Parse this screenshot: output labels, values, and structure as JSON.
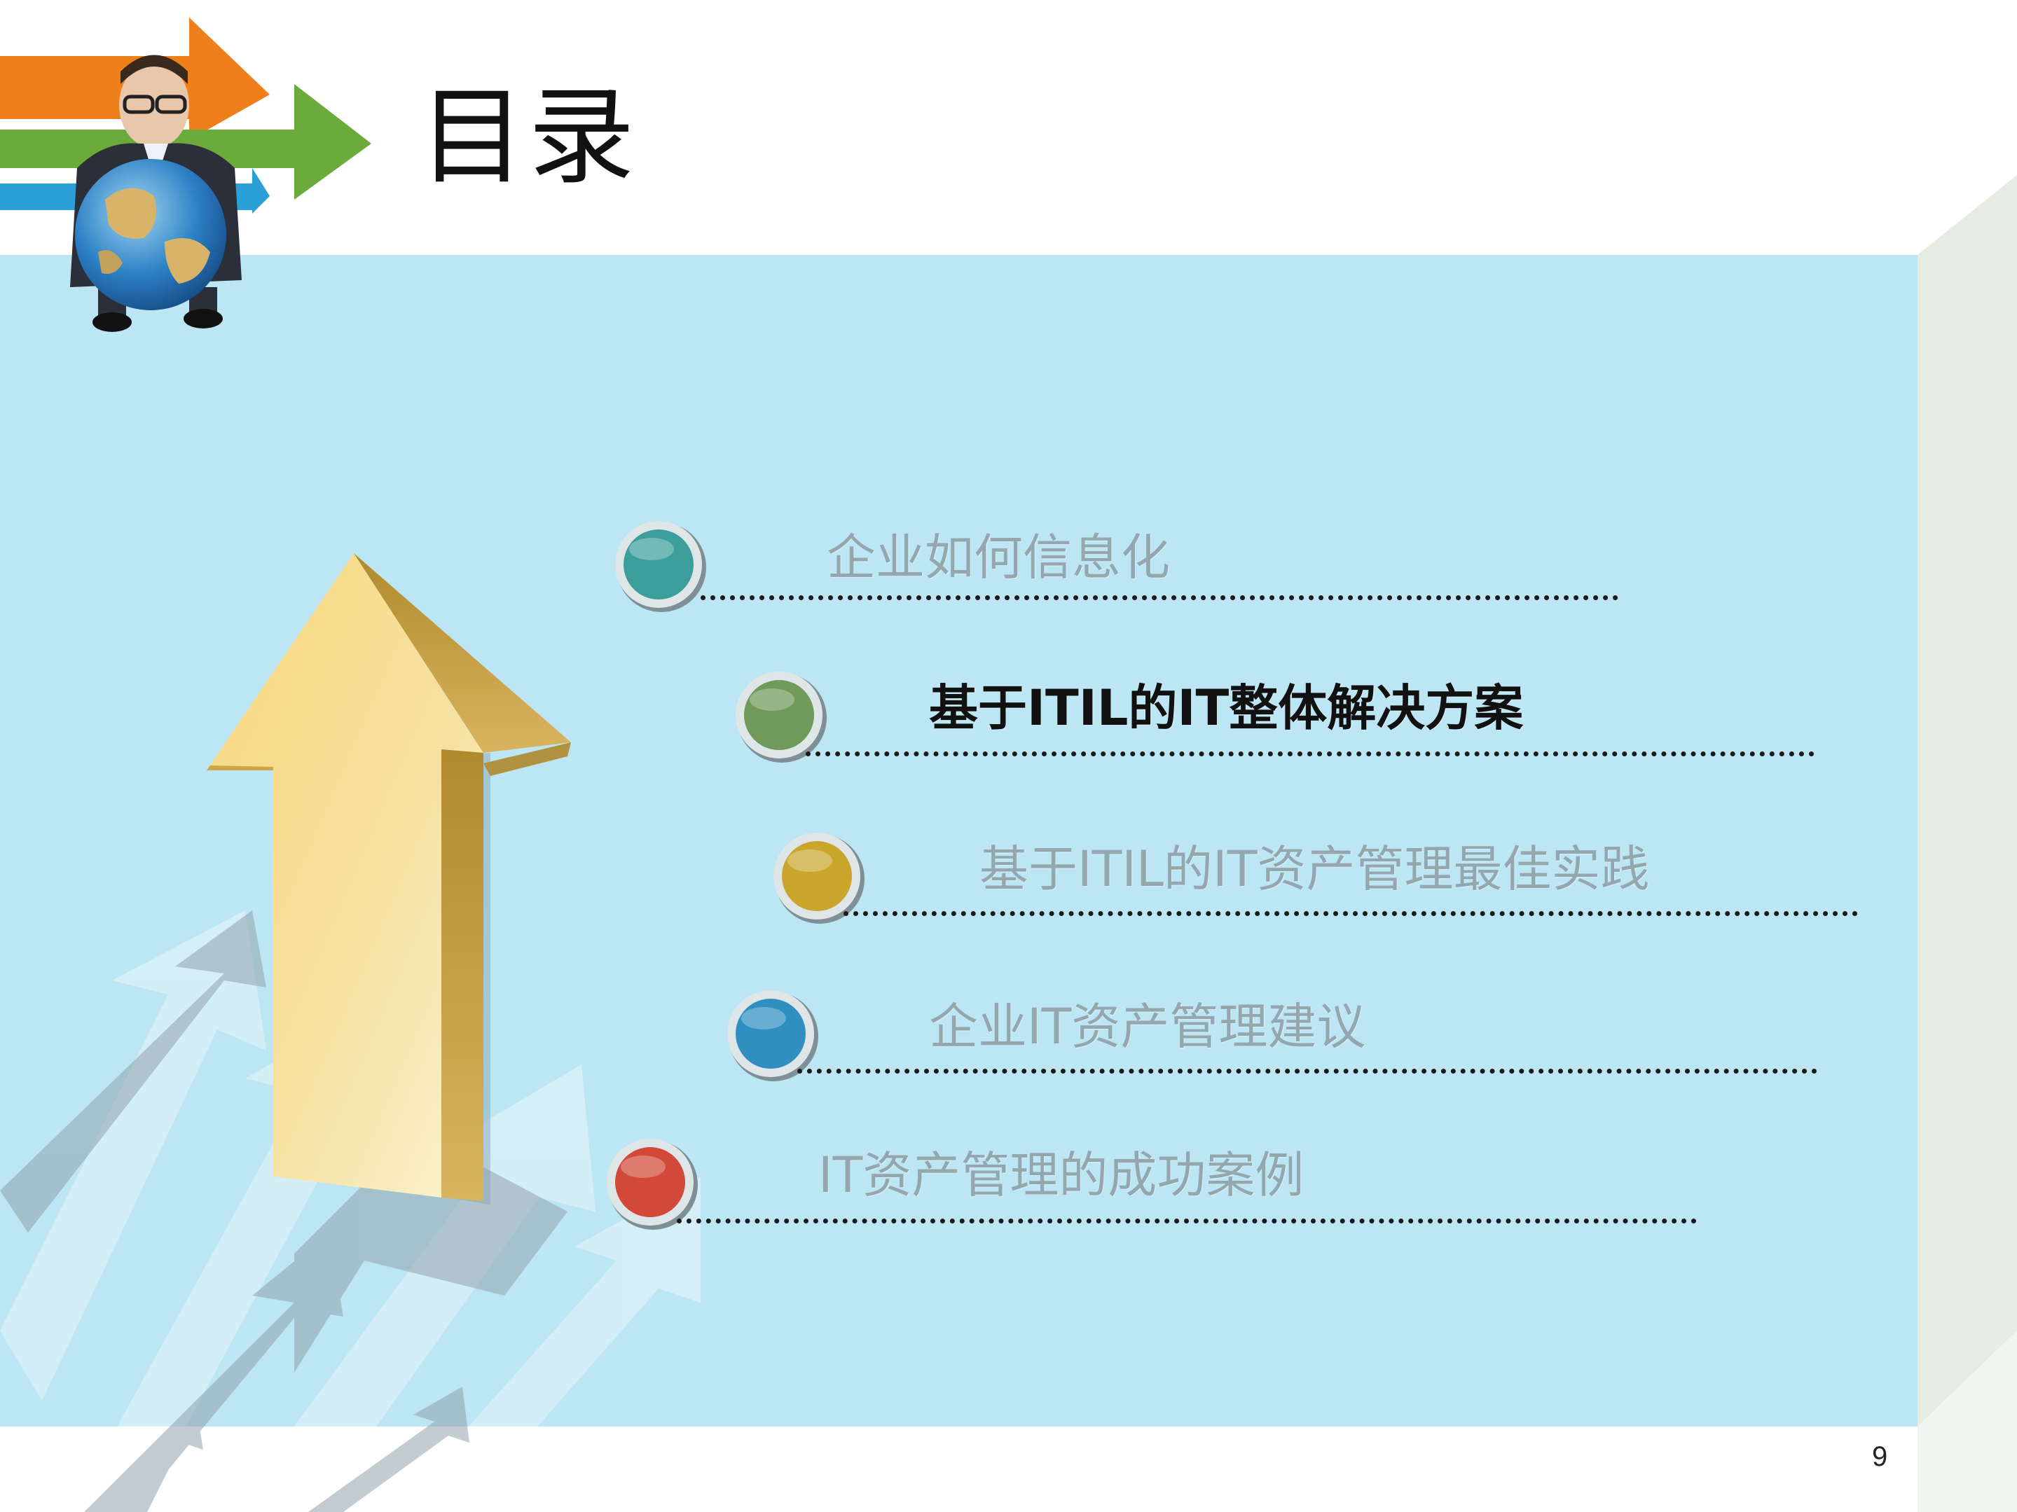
{
  "slide": {
    "title": "目录",
    "page_number": "9",
    "colors": {
      "panel_background": "#bde6f4",
      "title_text": "#111111",
      "inactive_item_text": "#95a7ae",
      "active_item_text": "#111111",
      "arrow_gold": "#f2c660",
      "header_arrow_orange": "#ef7f1a",
      "header_arrow_green": "#6aab3c",
      "header_arrow_blue": "#2a9fd8"
    },
    "toc": {
      "items": [
        {
          "label": "企业如何信息化",
          "ball_color": "#3d9f9b",
          "active": false
        },
        {
          "label": "基于ITIL的IT整体解决方案",
          "ball_color": "#6f9a5a",
          "active": true
        },
        {
          "label": "基于ITIL的IT资产管理最佳实践",
          "ball_color": "#c9a52c",
          "active": false
        },
        {
          "label": "企业IT资产管理建议",
          "ball_color": "#2f8fc1",
          "active": false
        },
        {
          "label": "IT资产管理的成功案例",
          "ball_color": "#d2493a",
          "active": false
        }
      ]
    },
    "decorations": {
      "header_image_icon": "businessman-with-globe-icon",
      "main_arrow_icon": "upward-arrow-icon"
    }
  }
}
